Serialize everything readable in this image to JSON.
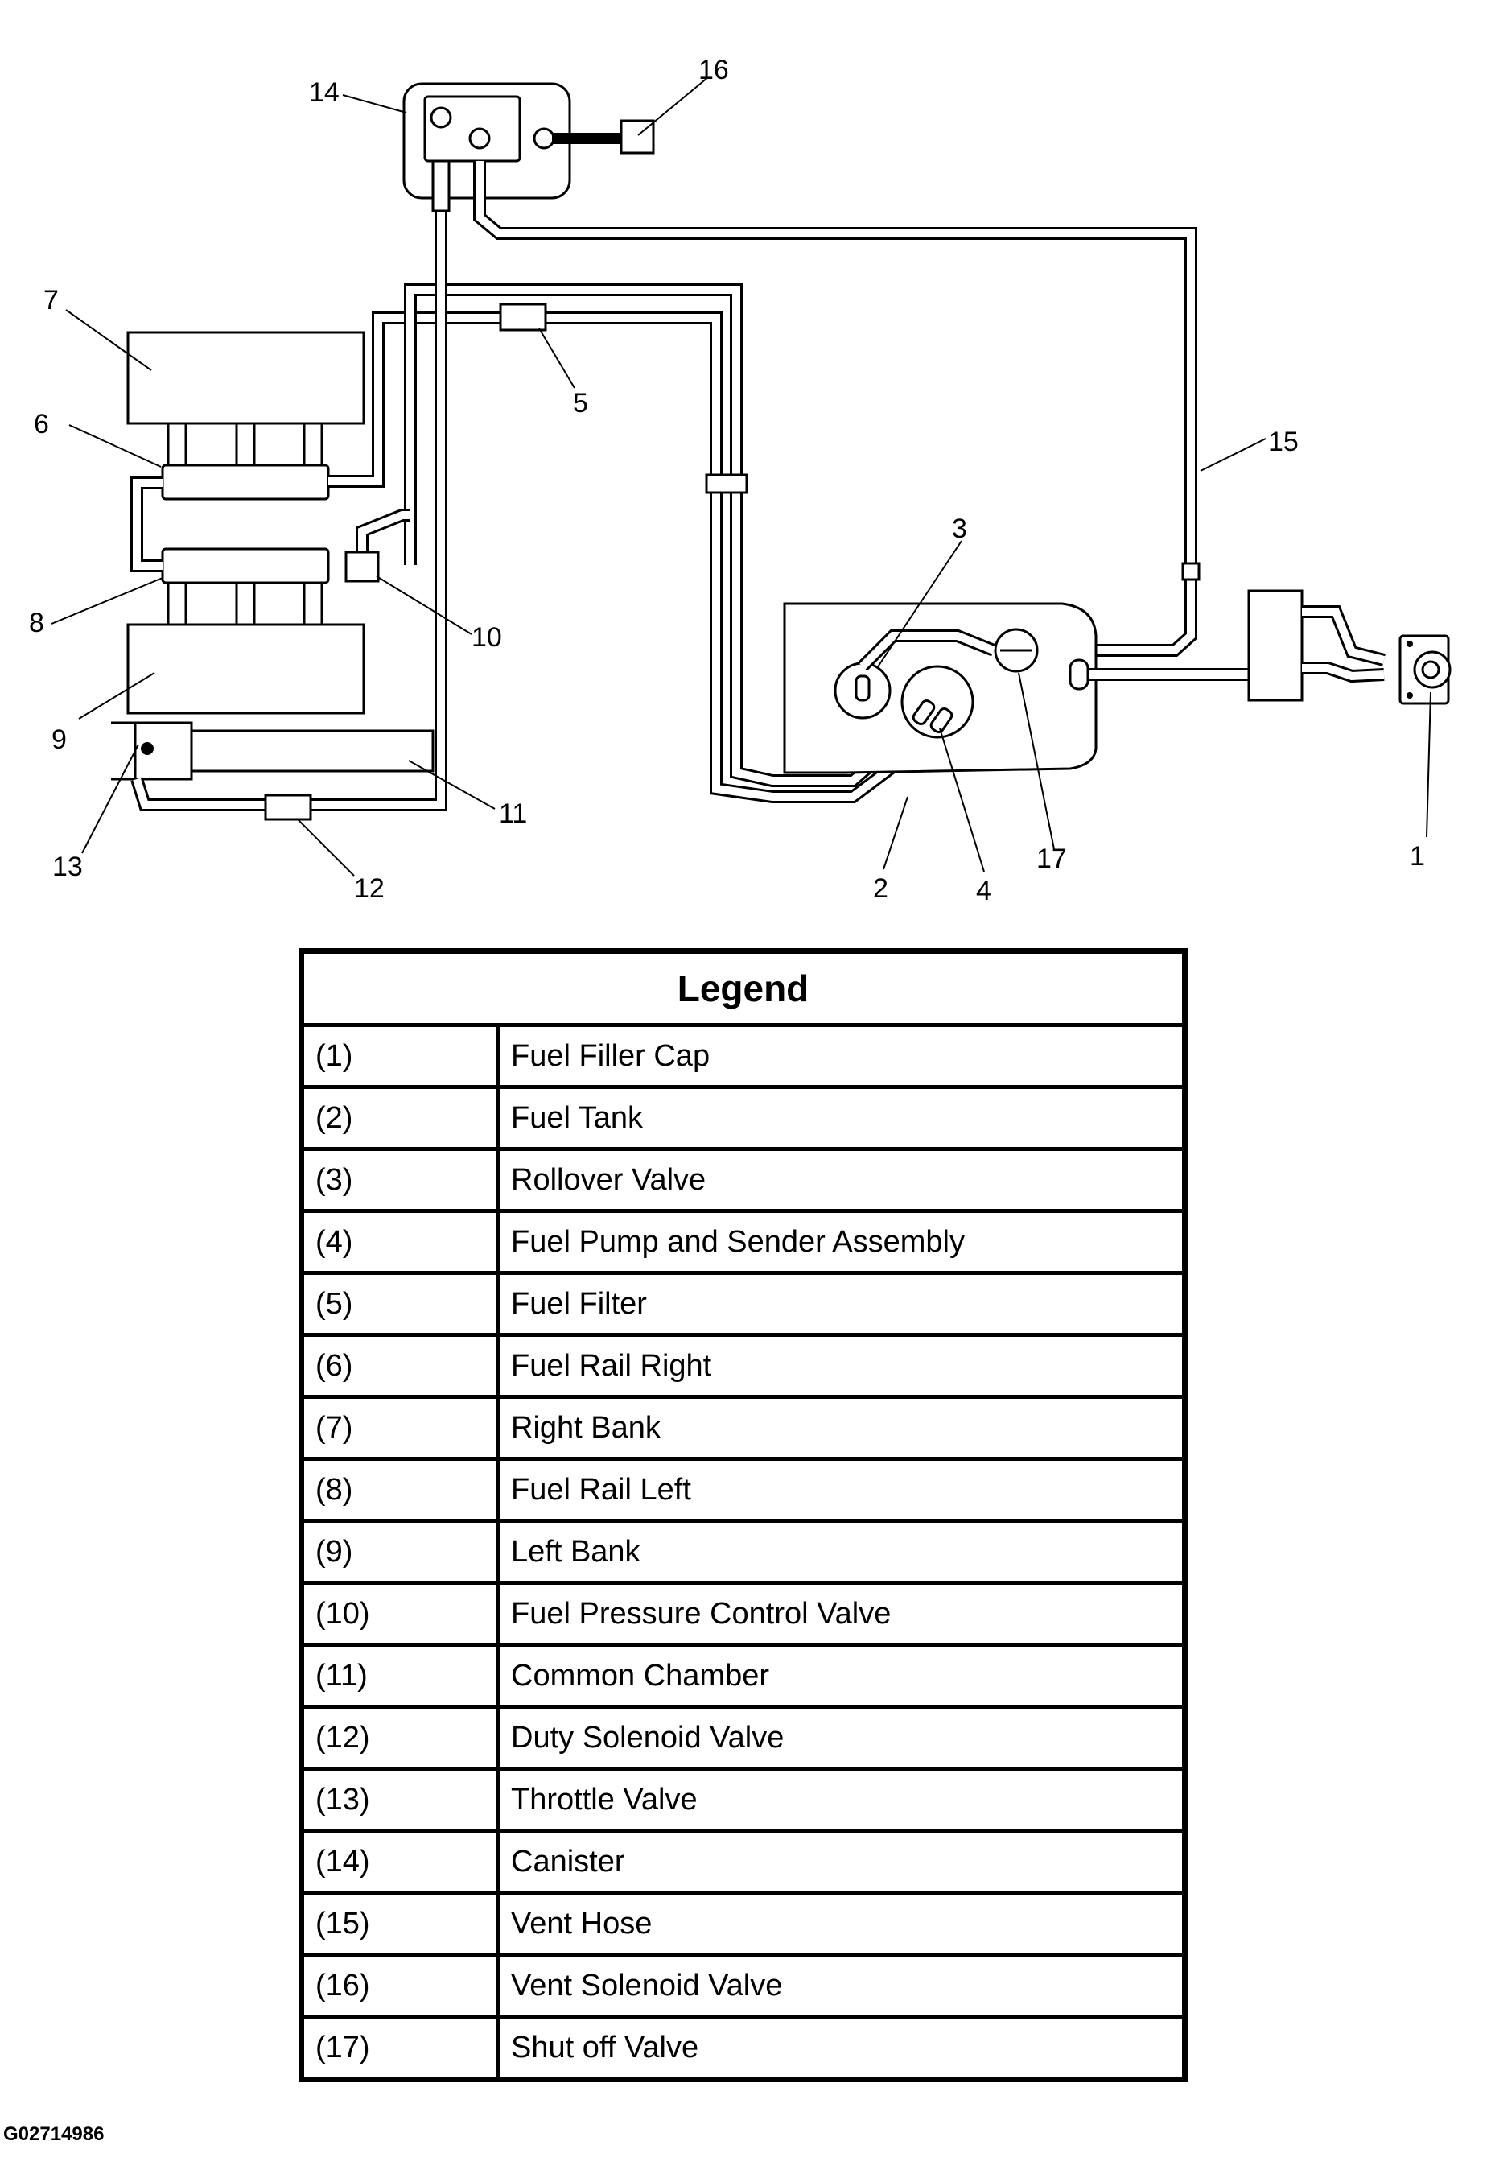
{
  "diagram": {
    "callouts": [
      "1",
      "2",
      "3",
      "4",
      "5",
      "6",
      "7",
      "8",
      "9",
      "10",
      "11",
      "12",
      "13",
      "14",
      "15",
      "16",
      "17"
    ]
  },
  "legend": {
    "title": "Legend",
    "rows": [
      {
        "code": "(1)",
        "label": "Fuel Filler Cap"
      },
      {
        "code": "(2)",
        "label": "Fuel Tank"
      },
      {
        "code": "(3)",
        "label": "Rollover Valve"
      },
      {
        "code": "(4)",
        "label": "Fuel Pump and Sender Assembly"
      },
      {
        "code": "(5)",
        "label": "Fuel Filter"
      },
      {
        "code": "(6)",
        "label": "Fuel Rail Right"
      },
      {
        "code": "(7)",
        "label": "Right Bank"
      },
      {
        "code": "(8)",
        "label": "Fuel Rail Left"
      },
      {
        "code": "(9)",
        "label": "Left Bank"
      },
      {
        "code": "(10)",
        "label": "Fuel Pressure Control Valve"
      },
      {
        "code": "(11)",
        "label": "Common Chamber"
      },
      {
        "code": "(12)",
        "label": "Duty Solenoid Valve"
      },
      {
        "code": "(13)",
        "label": "Throttle Valve"
      },
      {
        "code": "(14)",
        "label": "Canister"
      },
      {
        "code": "(15)",
        "label": "Vent Hose"
      },
      {
        "code": "(16)",
        "label": "Vent Solenoid Valve"
      },
      {
        "code": "(17)",
        "label": "Shut off Valve"
      }
    ]
  },
  "figure_id": "G02714986"
}
